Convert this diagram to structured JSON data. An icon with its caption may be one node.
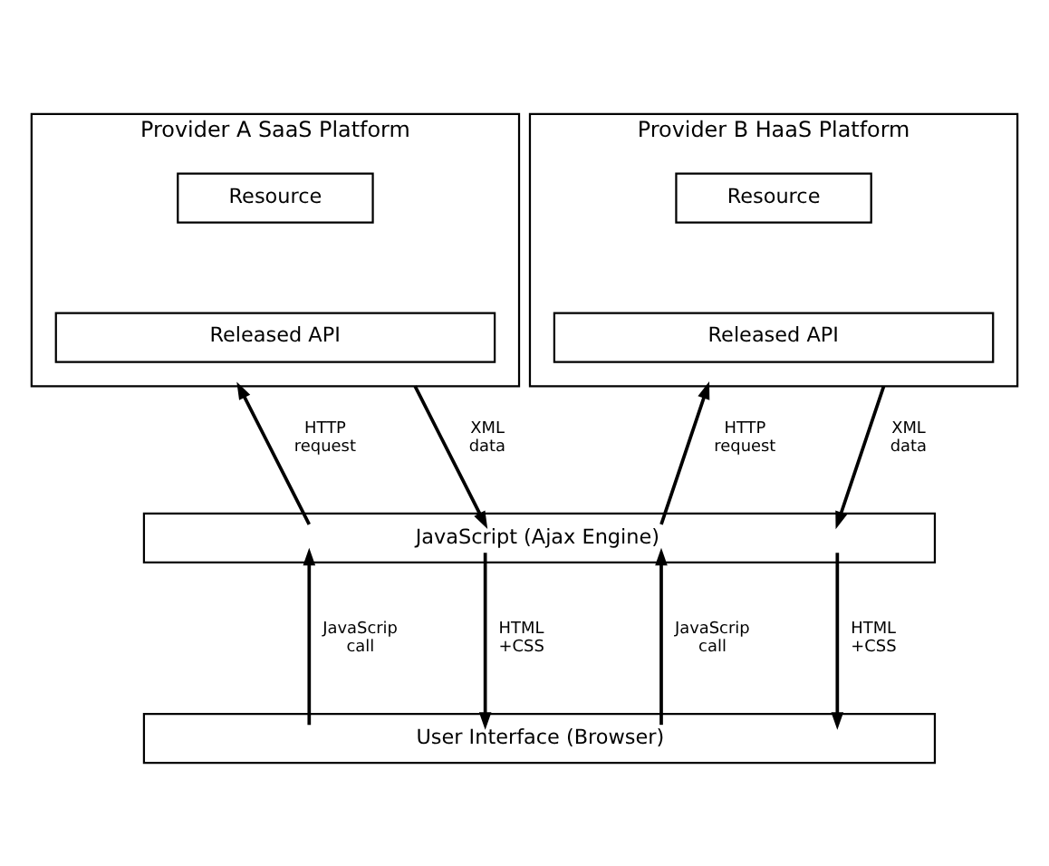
{
  "diagram": {
    "nodes": [
      {
        "text": [
          "Provider A SaaS Platform"
        ]
      },
      {
        "text": [
          "Resource"
        ],
        "in": 0
      },
      {
        "text": [
          "Released API"
        ],
        "in": 0
      },
      {
        "text": [
          "Provider B HaaS Platform"
        ]
      },
      {
        "text": [
          "Resource"
        ],
        "in": 3
      },
      {
        "text": [
          "Released API"
        ],
        "in": 3
      },
      {
        "text": [
          "JavaScript (Ajax Engine)"
        ]
      },
      {
        "text": [
          "User Interface (Browser)"
        ]
      }
    ],
    "edges": [
      {
        "from": 6,
        "to": 0,
        "arrow": "to",
        "label": "HTTP request"
      },
      {
        "from": 0,
        "to": 6,
        "arrow": "to",
        "label": "XML data"
      },
      {
        "from": 6,
        "to": 3,
        "arrow": "to",
        "label": "HTTP request"
      },
      {
        "from": 3,
        "to": 6,
        "arrow": "to",
        "label": "XML data"
      },
      {
        "from": 7,
        "to": 6,
        "arrow": "to",
        "label": "JavaScrip call"
      },
      {
        "from": 6,
        "to": 7,
        "arrow": "to",
        "label": "HTML +CSS"
      },
      {
        "from": 7,
        "to": 6,
        "arrow": "to",
        "label": "JavaScrip call"
      },
      {
        "from": 6,
        "to": 7,
        "arrow": "to",
        "label": "HTML +CSS"
      }
    ]
  }
}
